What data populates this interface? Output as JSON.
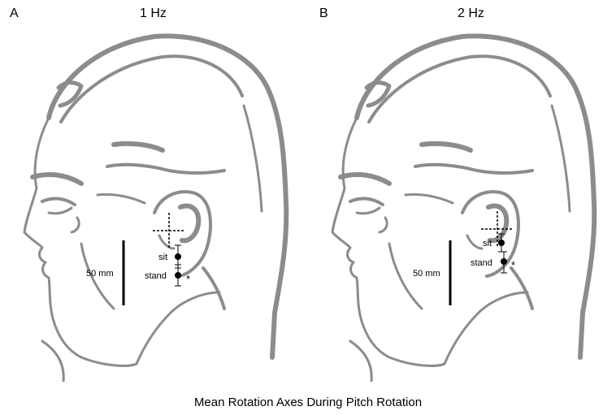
{
  "panels": [
    {
      "letter": "A",
      "frequency": "1 Hz",
      "scale_label": "50 mm",
      "points": [
        {
          "label": "sit"
        },
        {
          "label": "stand",
          "marker": "*"
        }
      ]
    },
    {
      "letter": "B",
      "frequency": "2 Hz",
      "scale_label": "50 mm",
      "points": [
        {
          "label": "sit"
        },
        {
          "label": "stand",
          "marker": "*"
        }
      ]
    }
  ],
  "caption": "Mean Rotation Axes During Pitch Rotation",
  "colors": {
    "outline": "#8c8c8c",
    "ink": "#000000"
  }
}
